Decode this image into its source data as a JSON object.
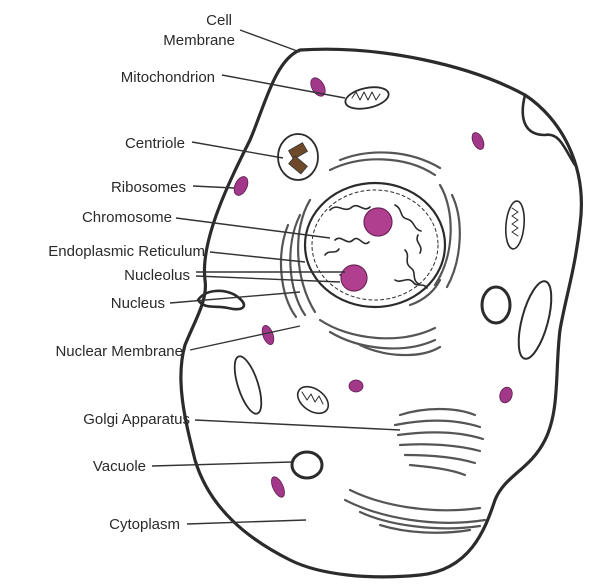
{
  "diagram": {
    "labels": {
      "cell_membrane_line1": "Cell",
      "cell_membrane_line2": "Membrane",
      "mitochondrion": "Mitochondrion",
      "centriole": "Centriole",
      "ribosomes": "Ribosomes",
      "chromosome": "Chromosome",
      "endoplasmic_reticulum": "Endoplasmic Reticulum",
      "nucleolus": "Nucleolus",
      "nucleus": "Nucleus",
      "nuclear_membrane": "Nuclear Membrane",
      "golgi_apparatus": "Golgi Apparatus",
      "vacuole": "Vacuole",
      "cytoplasm": "Cytoplasm"
    },
    "colors": {
      "ink": "#2b2b2b",
      "nucleolus": "#b0408f",
      "ribosome": "#a2388a",
      "organelle_shade": "#8a8a8a"
    }
  }
}
